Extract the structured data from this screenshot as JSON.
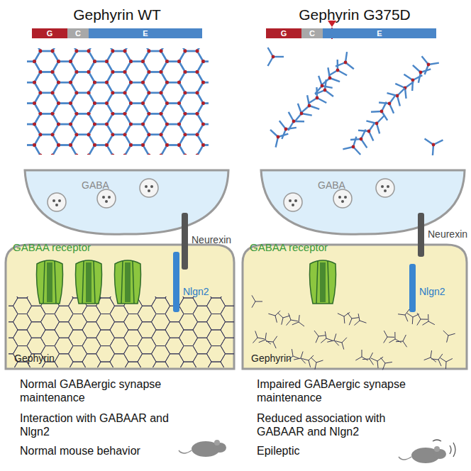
{
  "diagram": {
    "nodes": [
      {
        "text": [
          "G"
        ]
      },
      {
        "text": [
          "C"
        ]
      },
      {
        "text": [
          "E"
        ]
      },
      {
        "text": [
          "G"
        ]
      },
      {
        "text": [
          "C"
        ]
      },
      {
        "text": [
          "E"
        ]
      }
    ],
    "labels": [
      "Gephyrin WT",
      "Gephyrin G375D",
      "GABA",
      "GABAA receptor",
      "Neurexin",
      "Nlgn2",
      "Gephyrin",
      "Normal GABAergic synapse maintenance",
      "Interaction with GABAAR and Nlgn2",
      "Normal mouse behavior",
      "GABA",
      "GABAA receptor",
      "Neurexin",
      "Nlgn2",
      "Gephyrin",
      "Impaired GABAergic synapse maintenance",
      "Reduced association with GABAAR and Nlgn2",
      "Epileptic"
    ]
  }
}
